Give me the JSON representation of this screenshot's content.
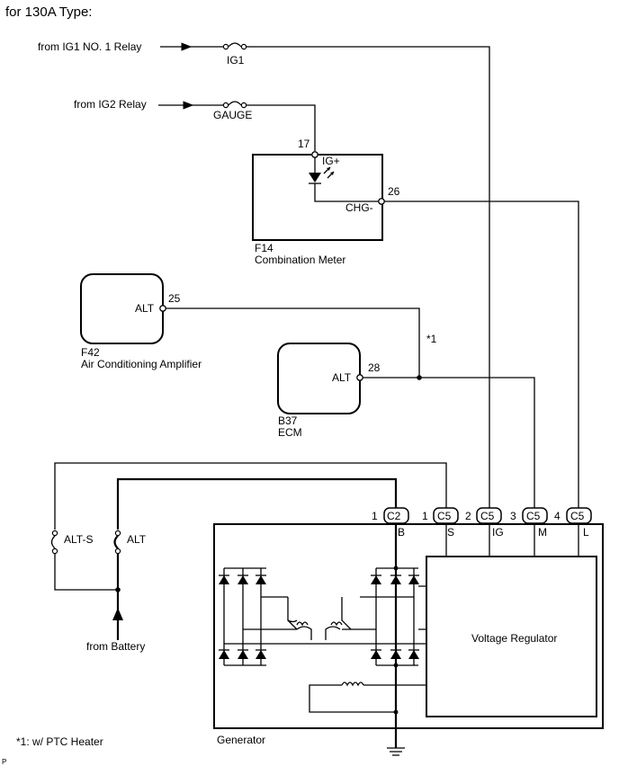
{
  "diagram": {
    "title": "for 130A Type:",
    "sources": {
      "ig1_relay": "from IG1 NO. 1 Relay",
      "ig2_relay": "from IG2 Relay",
      "battery": "from Battery"
    },
    "fuses": {
      "ig1": "IG1",
      "gauge": "GAUGE",
      "alt_s": "ALT-S",
      "alt": "ALT"
    },
    "combination_meter": {
      "code": "F14",
      "name": "Combination Meter",
      "pin_ig": "17",
      "label_ig": "IG+",
      "pin_chg": "26",
      "label_chg": "CHG-"
    },
    "ac_amplifier": {
      "code": "F42",
      "name": "Air Conditioning Amplifier",
      "pin": "25",
      "label": "ALT"
    },
    "ecm": {
      "code": "B37",
      "name": "ECM",
      "pin": "28",
      "label": "ALT"
    },
    "splice_note": "*1",
    "connectors": [
      {
        "pin": "1",
        "code": "C2",
        "terminal": "B"
      },
      {
        "pin": "1",
        "code": "C5",
        "terminal": "S"
      },
      {
        "pin": "2",
        "code": "C5",
        "terminal": "IG"
      },
      {
        "pin": "3",
        "code": "C5",
        "terminal": "M"
      },
      {
        "pin": "4",
        "code": "C5",
        "terminal": "L"
      }
    ],
    "generator": "Generator",
    "voltage_regulator": "Voltage Regulator",
    "footnote": "*1: w/ PTC Heater",
    "corner_mark": "P"
  }
}
